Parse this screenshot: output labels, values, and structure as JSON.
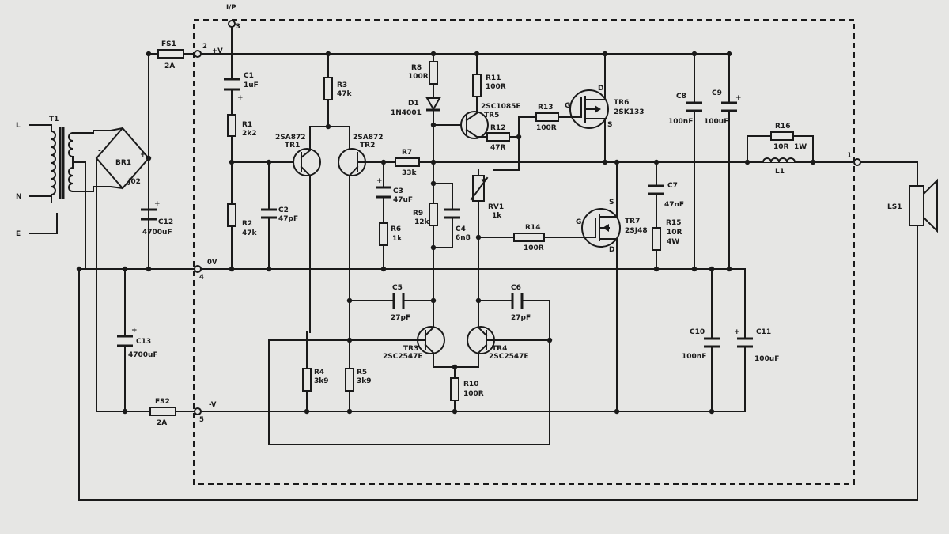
{
  "terminals": {
    "ip": {
      "text": "I/P",
      "num": "3"
    },
    "pos": {
      "text": "+V",
      "num": "2"
    },
    "zero": {
      "text": "0V",
      "num": "4"
    },
    "neg": {
      "text": "-V",
      "num": "5"
    },
    "out": {
      "num": "1"
    }
  },
  "mains": {
    "L": "L",
    "N": "N",
    "E": "E"
  },
  "components": {
    "T1": {
      "ref": "T1"
    },
    "BR1": {
      "ref": "BR1",
      "value": "J02"
    },
    "FS1": {
      "ref": "FS1",
      "value": "2A"
    },
    "FS2": {
      "ref": "FS2",
      "value": "2A"
    },
    "C12": {
      "ref": "C12",
      "value": "4700uF"
    },
    "C13": {
      "ref": "C13",
      "value": "4700uF"
    },
    "C1": {
      "ref": "C1",
      "value": "1uF"
    },
    "R1": {
      "ref": "R1",
      "value": "2k2"
    },
    "R2": {
      "ref": "R2",
      "value": "47k"
    },
    "C2": {
      "ref": "C2",
      "value": "47pF"
    },
    "R3": {
      "ref": "R3",
      "value": "47k"
    },
    "TR1": {
      "ref": "TR1",
      "value": "2SA872"
    },
    "TR2": {
      "ref": "TR2",
      "value": "2SA872"
    },
    "R4": {
      "ref": "R4",
      "value": "3k9"
    },
    "R5": {
      "ref": "R5",
      "value": "3k9"
    },
    "R7": {
      "ref": "R7",
      "value": "33k"
    },
    "C3": {
      "ref": "C3",
      "value": "47uF"
    },
    "R6": {
      "ref": "R6",
      "value": "1k"
    },
    "R8": {
      "ref": "R8",
      "value": "100R"
    },
    "D1": {
      "ref": "D1",
      "value": "1N4001"
    },
    "R9": {
      "ref": "R9",
      "value": "12k"
    },
    "C4": {
      "ref": "C4",
      "value": "6n8"
    },
    "R11": {
      "ref": "R11",
      "value": "100R"
    },
    "TR5": {
      "ref": "TR5",
      "value": "2SC1085E"
    },
    "R12": {
      "ref": "R12",
      "value": "47R"
    },
    "R13": {
      "ref": "R13",
      "value": "100R"
    },
    "RV1": {
      "ref": "RV1",
      "value": "1k"
    },
    "R14": {
      "ref": "R14",
      "value": "100R"
    },
    "TR6": {
      "ref": "TR6",
      "value": "2SK133"
    },
    "TR7": {
      "ref": "TR7",
      "value": "2SJ48"
    },
    "C5": {
      "ref": "C5",
      "value": "27pF"
    },
    "C6": {
      "ref": "C6",
      "value": "27pF"
    },
    "TR3": {
      "ref": "TR3",
      "value": "2SC2547E"
    },
    "TR4": {
      "ref": "TR4",
      "value": "2SC2547E"
    },
    "R10": {
      "ref": "R10",
      "value": "100R"
    },
    "C7": {
      "ref": "C7",
      "value": "47nF"
    },
    "R15": {
      "ref": "R15",
      "value": "10R",
      "value2": "4W"
    },
    "C8": {
      "ref": "C8",
      "value": "100nF"
    },
    "C9": {
      "ref": "C9",
      "value": "100uF"
    },
    "C10": {
      "ref": "C10",
      "value": "100nF"
    },
    "C11": {
      "ref": "C11",
      "value": "100uF"
    },
    "R16": {
      "ref": "R16",
      "value": "10R",
      "value2": "1W"
    },
    "L1": {
      "ref": "L1"
    },
    "LS1": {
      "ref": "LS1"
    }
  },
  "pins": {
    "G": "G",
    "D": "D",
    "S": "S"
  },
  "polarity": {
    "plus": "+",
    "minus": "-"
  }
}
